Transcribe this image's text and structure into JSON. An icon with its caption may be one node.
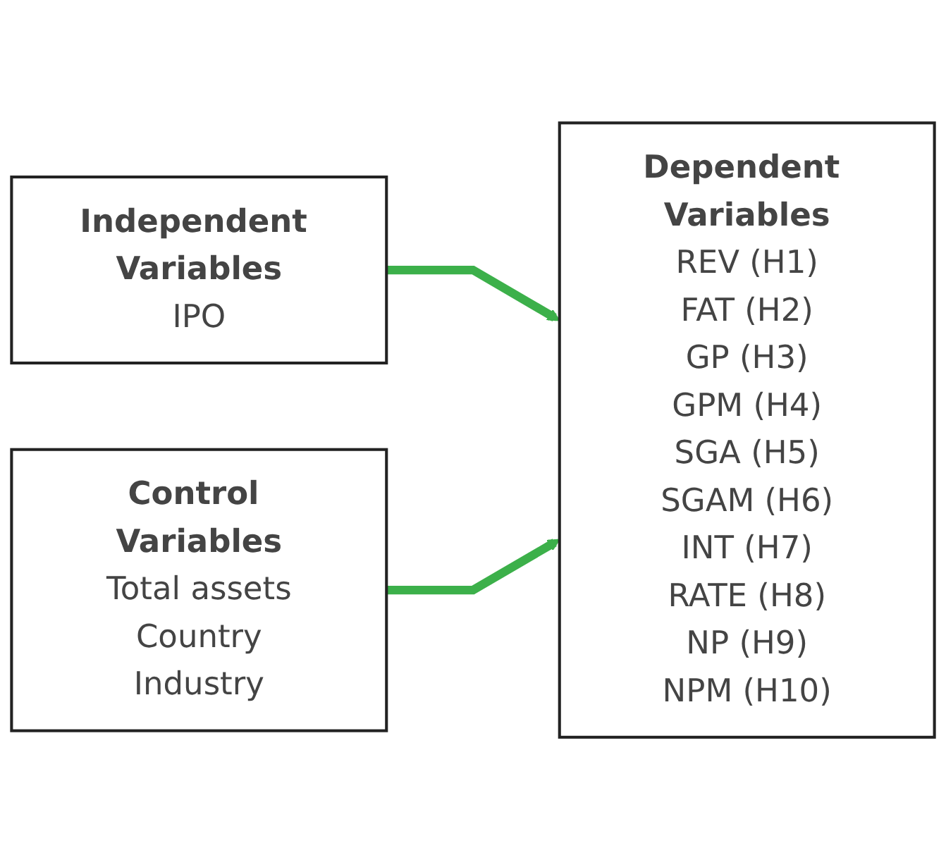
{
  "diagram": {
    "nodes": [
      {
        "text": [
          "Independent Variables",
          "IPO"
        ]
      },
      {
        "text": [
          "Control Variables",
          "Total assets",
          "Country",
          "Industry"
        ]
      },
      {
        "text": [
          "Dependent Variables",
          "REV (H1)",
          "FAT (H2)",
          "GP (H3)",
          "GPM (H4)",
          "SGA (H5)",
          "SGAM (H6)",
          "INT (H7)",
          "RATE (H8)",
          "NP (H9)",
          "NPM (H10)"
        ]
      }
    ],
    "edges": [
      {
        "from": 0,
        "to": 2,
        "arrow": "to"
      },
      {
        "from": 1,
        "to": 2,
        "arrow": "to"
      }
    ]
  }
}
